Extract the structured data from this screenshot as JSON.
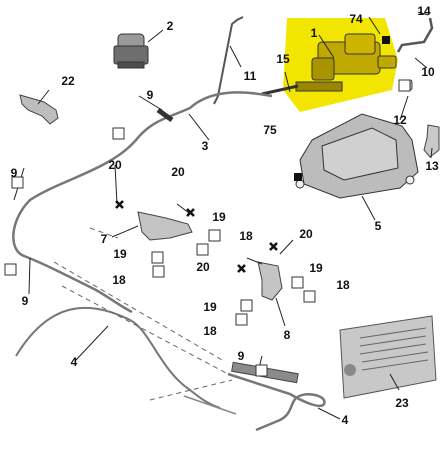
{
  "callouts": {
    "c1": "1",
    "c2": "2",
    "c3": "3",
    "c4a": "4",
    "c4b": "4",
    "c5": "5",
    "c7": "7",
    "c8": "8",
    "c9a": "9",
    "c9b": "9",
    "c9c": "9",
    "c9d": "9",
    "c10": "10",
    "c11": "11",
    "c12": "12",
    "c13": "13",
    "c14": "14",
    "c15": "15",
    "c18a": "18",
    "c18b": "18",
    "c18c": "18",
    "c18d": "18",
    "c19a": "19",
    "c19b": "19",
    "c19c": "19",
    "c19d": "19",
    "c20a": "20",
    "c20b": "20",
    "c20c": "20",
    "c20d": "20",
    "c22": "22",
    "c23": "23",
    "c74": "74",
    "c75": "75"
  },
  "colors": {
    "highlight": "#f2e600",
    "outline": "#333333",
    "part_fill": "#d6d6d6",
    "part_dark": "#8c8c8c"
  }
}
